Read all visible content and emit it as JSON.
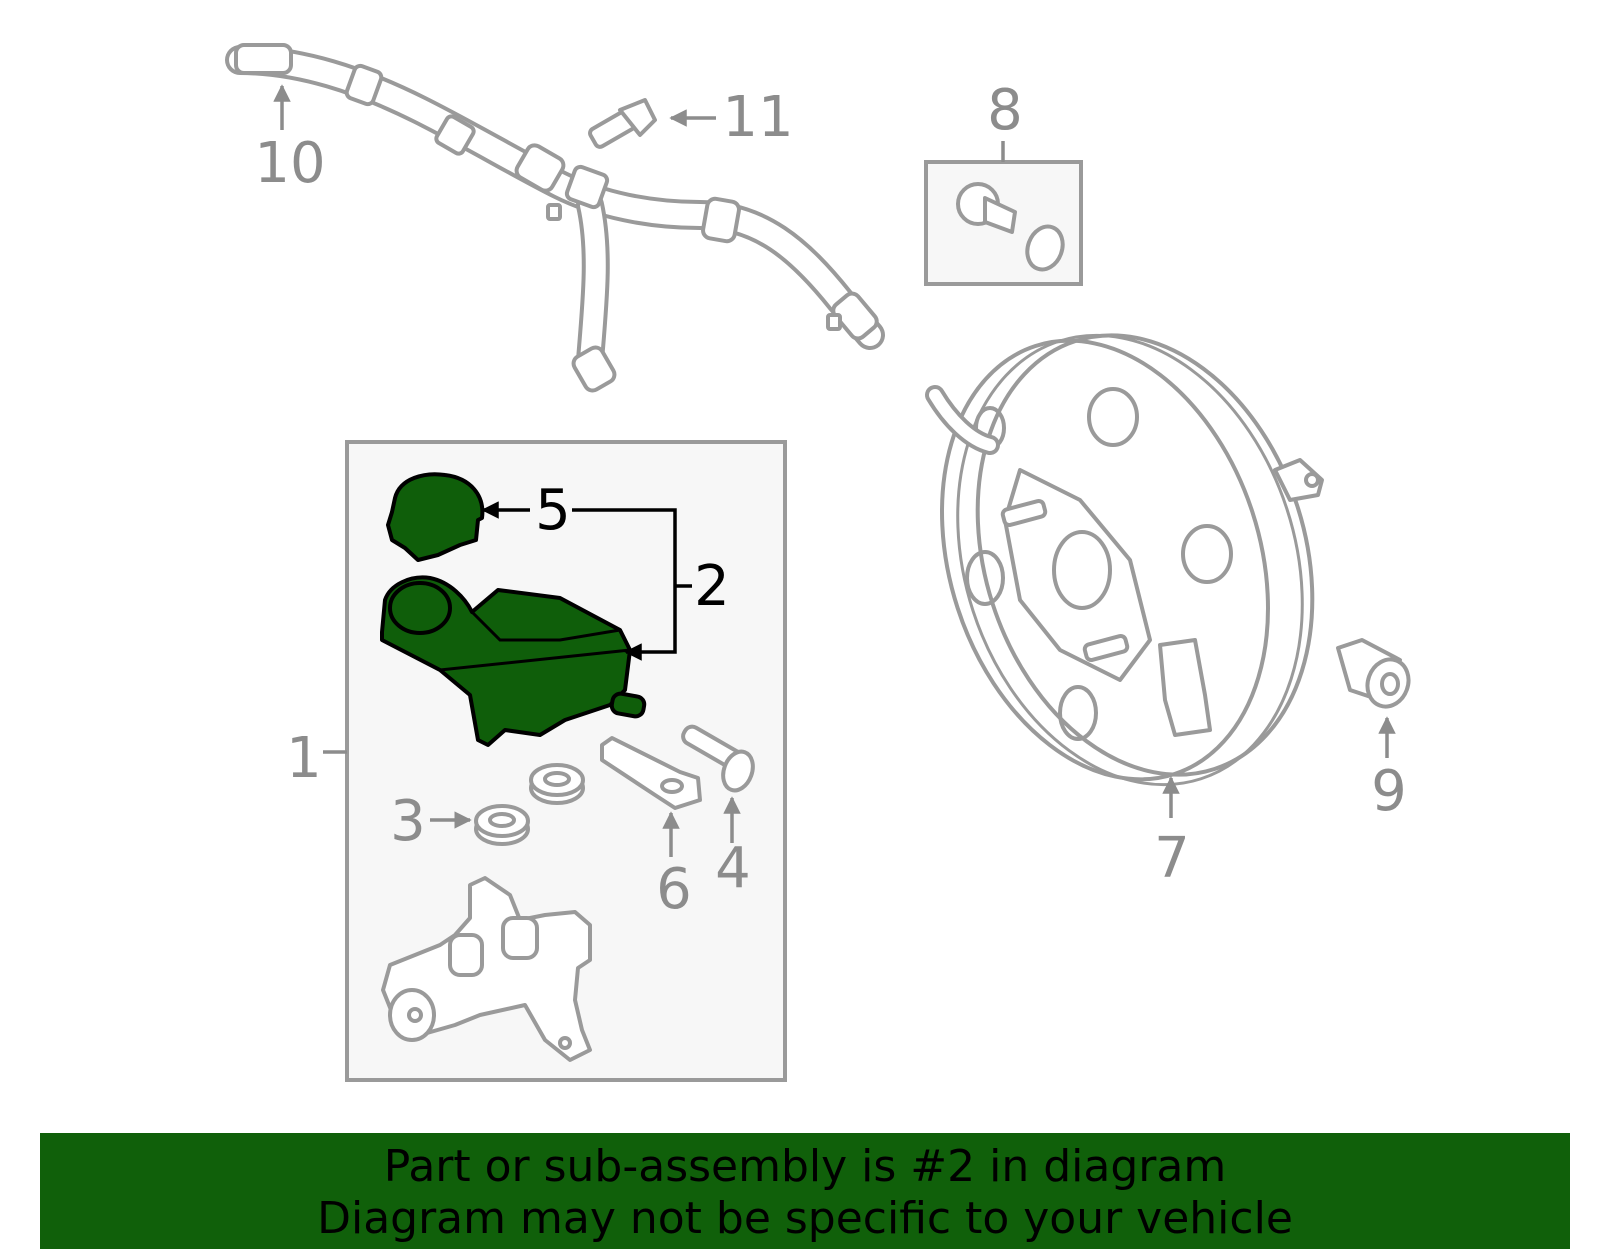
{
  "callouts": {
    "c1": "1",
    "c2": "2",
    "c3": "3",
    "c4": "4",
    "c5": "5",
    "c6": "6",
    "c7": "7",
    "c8": "8",
    "c9": "9",
    "c10": "10",
    "c11": "11"
  },
  "highlight": {
    "part": "2",
    "color": "#10600a"
  },
  "banner": {
    "line1": "Part or sub-assembly is #2 in diagram",
    "line2": "Diagram may not be specific to your vehicle"
  }
}
